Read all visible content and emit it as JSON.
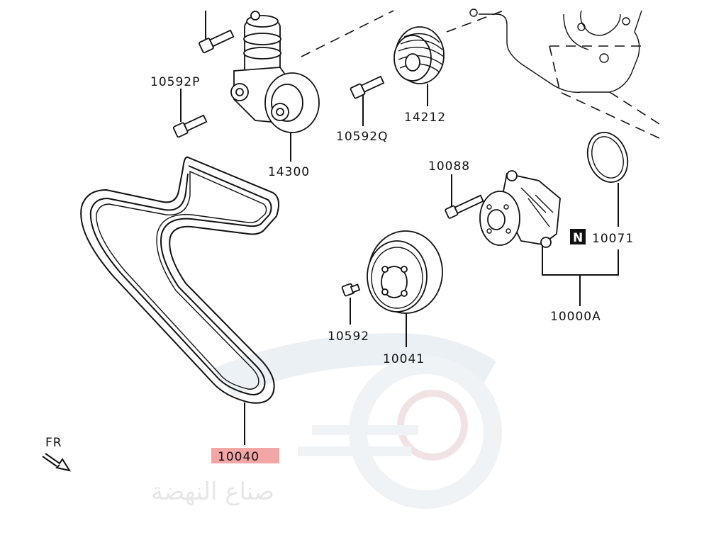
{
  "diagram": {
    "parts": {
      "bolt_top": "",
      "bolt_p": "10592P",
      "tensioner": "14300",
      "bolt_q": "10592Q",
      "idler_pulley": "14212",
      "bolt_10088": "10088",
      "water_pump_gasket": "10071",
      "gasket_badge": "N",
      "water_pump_assy": "10000A",
      "bolt_10592": "10592",
      "pump_pulley": "10041",
      "drive_belt": "10040"
    },
    "highlighted_part": "10040",
    "highlight_color": "#f2a6a6",
    "direction_label": "FR",
    "watermark_text": "صناع النهضة"
  }
}
